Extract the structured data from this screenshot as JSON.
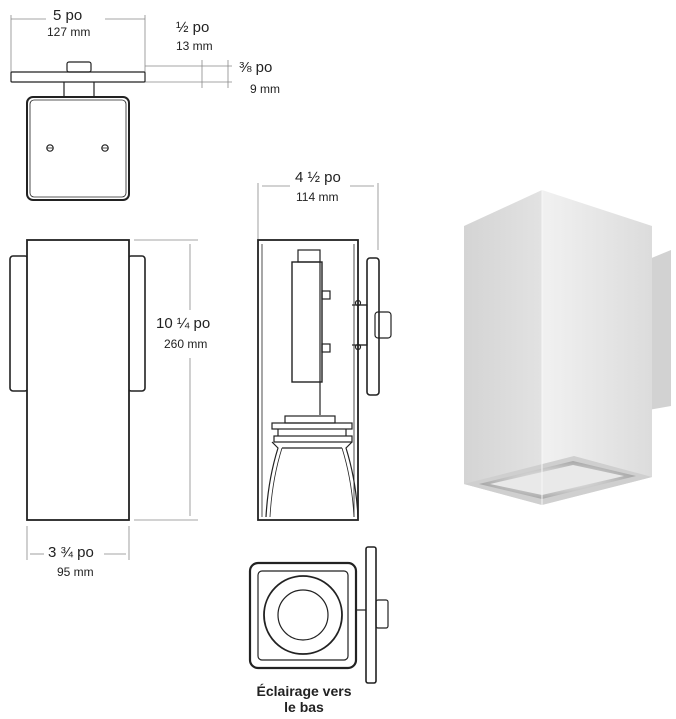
{
  "dimensions": {
    "width_in": "5 po",
    "width_mm": "127 mm",
    "plate_in": "½ po",
    "plate_mm": "13 mm",
    "plate_thick_in": "⅜ po",
    "plate_thick_mm": "9 mm",
    "depth_in": "4 ½ po",
    "depth_mm": "114 mm",
    "height_in": "10 ¼ po",
    "height_mm": "260 mm",
    "body_in": "3 ¾ po",
    "body_mm": "95 mm"
  },
  "caption": {
    "line1": "Éclairage vers",
    "line2": "le bas"
  },
  "colors": {
    "line": "#222222",
    "dim_line": "#888888",
    "fixture_light": "#e4e4e4",
    "fixture_shadow": "#c9c9c9"
  }
}
